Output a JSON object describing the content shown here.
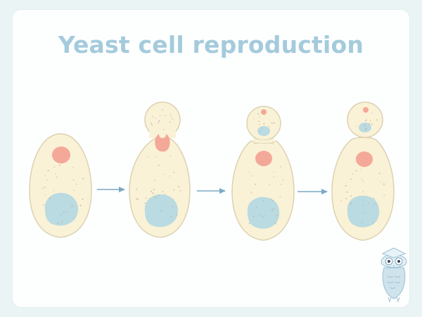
{
  "title": "Yeast cell reproduction",
  "colors": {
    "page_background": "#eaf4f5",
    "card_background": "#fdfefe",
    "title": "#a4cbdc",
    "cytoplasm": "#faf2d6",
    "membrane": "#dcd2b2",
    "nucleus": "#b9dbe1",
    "vacuole": "#f4a898",
    "arrow": "#7aaac4",
    "speckle": "#c9a9a0"
  },
  "stages": [
    {
      "stage": 1,
      "bud": "none"
    },
    {
      "stage": 2,
      "bud": "forming, vacuole migrating into bud"
    },
    {
      "stage": 3,
      "bud": "growing, nucleus and vacuole dividing"
    },
    {
      "stage": 4,
      "bud": "separating from mother cell"
    }
  ],
  "arrows": [
    {
      "from": 1,
      "to": 2
    },
    {
      "from": 2,
      "to": 3
    },
    {
      "from": 3,
      "to": 4
    }
  ],
  "decorations": [
    "owl-mascot"
  ]
}
